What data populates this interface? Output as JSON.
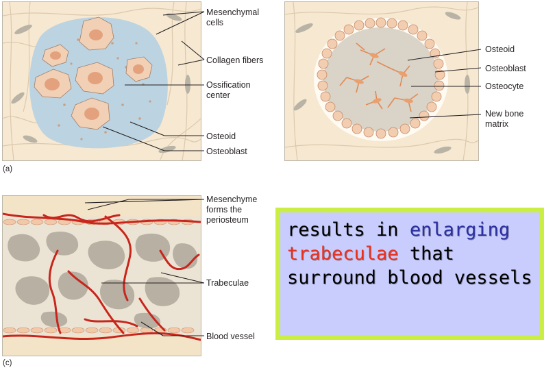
{
  "panel_a": {
    "tag": "(a)",
    "labels": {
      "mesenchymal": "Mesenchymal\ncells",
      "collagen": "Collagen fibers",
      "ossification": "Ossification\ncenter",
      "osteoid": "Osteoid",
      "osteoblast": "Osteoblast"
    }
  },
  "panel_b": {
    "labels": {
      "osteoid": "Osteoid",
      "osteoblast": "Osteoblast",
      "osteocyte": "Osteocyte",
      "new_bone": "New bone\nmatrix"
    }
  },
  "panel_c": {
    "tag": "(c)",
    "labels": {
      "mesenchyme": "Mesenchyme\nforms the\nperiosteum",
      "trabeculae": "Trabeculae",
      "blood_vessel": "Blood vessel"
    }
  },
  "callout": {
    "segments": [
      {
        "text": "results in ",
        "style": "plain"
      },
      {
        "text": "enlarging",
        "style": "blue"
      },
      {
        "text": " ",
        "style": "plain"
      },
      {
        "text": "trabeculae",
        "style": "red"
      },
      {
        "text": " that surround blood vessels",
        "style": "plain"
      }
    ]
  },
  "colors": {
    "background_tissue": "#f7e9d2",
    "ossification_blue": "#bcd3e2",
    "cell": "#ecbf9c",
    "nucleus": "#e7a27a",
    "matrix_gray": "#d9d3c8",
    "vessel_red": "#c8251c",
    "callout_border": "#cbee45",
    "callout_fill": "#c9cdfd",
    "highlight_blue": "#2b2fa0",
    "highlight_red": "#e8321e"
  }
}
